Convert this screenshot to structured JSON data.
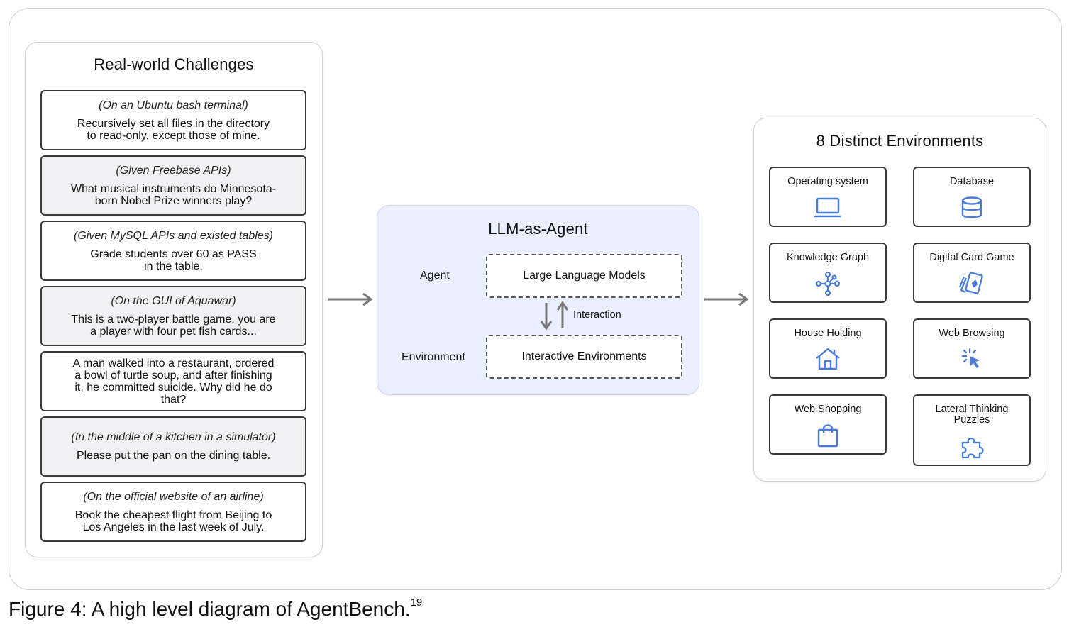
{
  "left": {
    "title": "Real-world Challenges",
    "items": [
      {
        "context": "(On an Ubuntu bash terminal)",
        "line1": "Recursively set all files in the directory",
        "line2": "to read-only, except those of mine."
      },
      {
        "context": "(Given Freebase APIs)",
        "line1": "What musical instruments do Minnesota-",
        "line2": "born Nobel Prize winners play?"
      },
      {
        "context": "(Given MySQL APIs and existed tables)",
        "line1": "Grade students over 60 as PASS",
        "line2": "in the table."
      },
      {
        "context": "(On the GUI of Aquawar)",
        "line1": "This is a two-player battle game, you are",
        "line2": "a player with four pet fish cards..."
      },
      {
        "line1": "A man walked into a restaurant, ordered",
        "line2": "a bowl of turtle soup, and after finishing",
        "line3": "it, he committed suicide. Why did he do",
        "line4": "that?"
      },
      {
        "context": "(In the middle of a kitchen in a simulator)",
        "line1": "Please put the pan on the dining table."
      },
      {
        "context": "(On the official website of an airline)",
        "line1": "Book the cheapest flight from Beijing to",
        "line2": "Los Angeles in the last week of July."
      }
    ]
  },
  "center": {
    "title": "LLM-as-Agent",
    "agent_label": "Agent",
    "environment_label": "Environment",
    "llm_box": "Large Language Models",
    "env_box": "Interactive Environments",
    "interaction_label": "Interaction"
  },
  "right": {
    "title": "8 Distinct Environments",
    "envs": [
      {
        "label": "Operating system",
        "icon": "laptop-icon"
      },
      {
        "label": "Database",
        "icon": "database-icon"
      },
      {
        "label": "Knowledge Graph",
        "icon": "graph-icon"
      },
      {
        "label": "Digital Card Game",
        "icon": "cards-icon"
      },
      {
        "label": "House Holding",
        "icon": "house-icon"
      },
      {
        "label": "Web Browsing",
        "icon": "cursor-click-icon"
      },
      {
        "label": "Web Shopping",
        "icon": "shopping-bag-icon"
      },
      {
        "label": "Lateral Thinking",
        "label2": "Puzzles",
        "icon": "puzzle-icon"
      }
    ]
  },
  "icon_color": "#4a7bd8",
  "caption": {
    "text": "Figure 4: A high level diagram of AgentBench.",
    "footnote": "19"
  }
}
